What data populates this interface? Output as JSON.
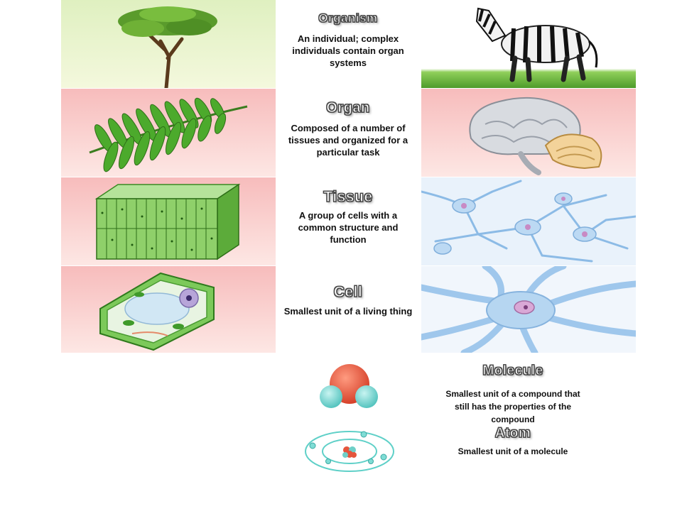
{
  "levels": {
    "organism": {
      "title": "Organism",
      "desc": "An individual; complex individuals contain organ systems"
    },
    "organ": {
      "title": "Organ",
      "desc": "Composed of a number of tissues and organized for a particular task"
    },
    "tissue": {
      "title": "Tissue",
      "desc": "A group of cells with a common structure and function"
    },
    "cell": {
      "title": "Cell",
      "desc": "Smallest unit of a living thing"
    },
    "molecule": {
      "title": "Molecule",
      "desc": "Smallest unit of a compound that still has the properties of the compound"
    },
    "atom": {
      "title": "Atom",
      "desc": "Smallest unit of a molecule"
    }
  },
  "colors": {
    "organism_bg": "#e6f3c6",
    "pink_bg": "#f9c9c6",
    "plant_green": "#3f9a2a",
    "neuron_blue": "#9cc8ec",
    "oxygen_red": "#e8553c",
    "hydrogen_cyan": "#7fd8d4"
  },
  "icons": [
    "acacia-tree-icon",
    "zebra-icon",
    "leaf-icon",
    "brain-icon",
    "plant-tissue-icon",
    "neuron-network-icon",
    "plant-cell-icon",
    "neuron-cell-icon",
    "water-molecule-icon",
    "atom-icon"
  ]
}
